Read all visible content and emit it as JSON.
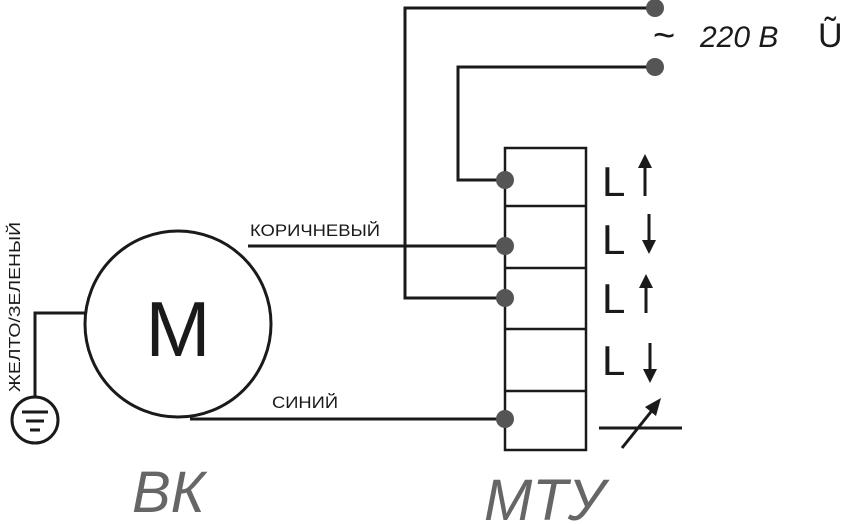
{
  "supply": {
    "tilde": "~",
    "voltage": "220 В",
    "symbol": "Ũ"
  },
  "wires": {
    "brown": "КОРИЧНЕВЫЙ",
    "blue": "СИНИЙ",
    "ground": "ЖЕЛТО/ЗЕЛЕНЫЙ"
  },
  "motor": {
    "letter": "M",
    "unit_label": "ВК"
  },
  "controller": {
    "unit_label": "МТУ",
    "terminal_marks": [
      "L",
      "L",
      "L",
      "L"
    ],
    "arrow_directions": [
      "up",
      "down",
      "up",
      "down"
    ]
  },
  "colors": {
    "line": "#1a1a1a",
    "terminal_dot": "#555555",
    "unit_label": "#666666"
  }
}
